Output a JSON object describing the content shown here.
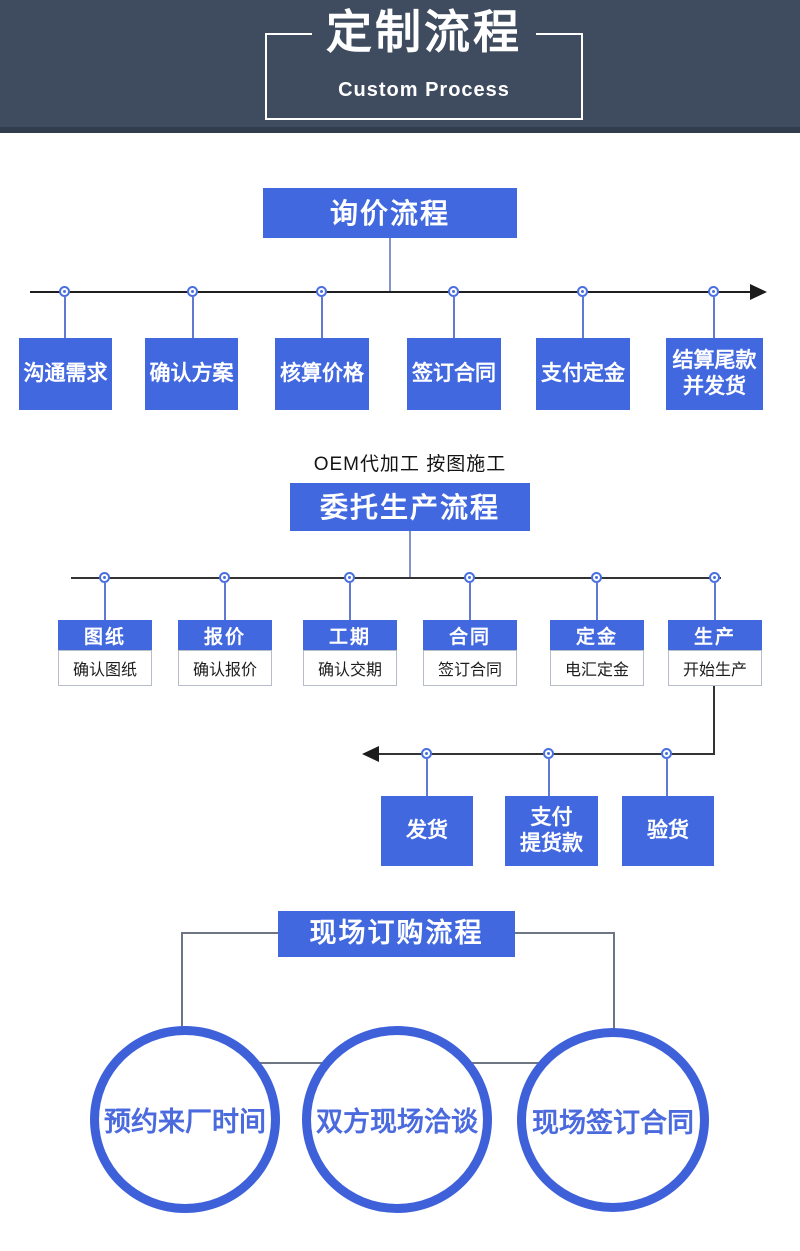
{
  "header": {
    "title": "定制流程",
    "subtitle": "Custom Process"
  },
  "colors": {
    "primary_blue": "#4268e0",
    "circle_border_blue": "#3e61da",
    "header_band": "#3f4b5e",
    "line_black": "#1f1f1f",
    "connector_blue": "#5f7ad0"
  },
  "inquiry": {
    "title": "询价流程",
    "steps": [
      "沟通需求",
      "确认方案",
      "核算价格",
      "签订合同",
      "支付定金",
      "结算尾款\n并发货"
    ]
  },
  "production": {
    "note": "OEM代加工  按图施工",
    "title": "委托生产流程",
    "stages": [
      {
        "head": "图纸",
        "desc": "确认图纸"
      },
      {
        "head": "报价",
        "desc": "确认报价"
      },
      {
        "head": "工期",
        "desc": "确认交期"
      },
      {
        "head": "合同",
        "desc": "签订合同"
      },
      {
        "head": "定金",
        "desc": "电汇定金"
      },
      {
        "head": "生产",
        "desc": "开始生产"
      }
    ],
    "followups": [
      "发货",
      "支付\n提货款",
      "验货"
    ]
  },
  "onsite": {
    "title": "现场订购流程",
    "steps": [
      "预约来厂时间",
      "双方现场洽谈",
      "现场签订合同"
    ]
  }
}
